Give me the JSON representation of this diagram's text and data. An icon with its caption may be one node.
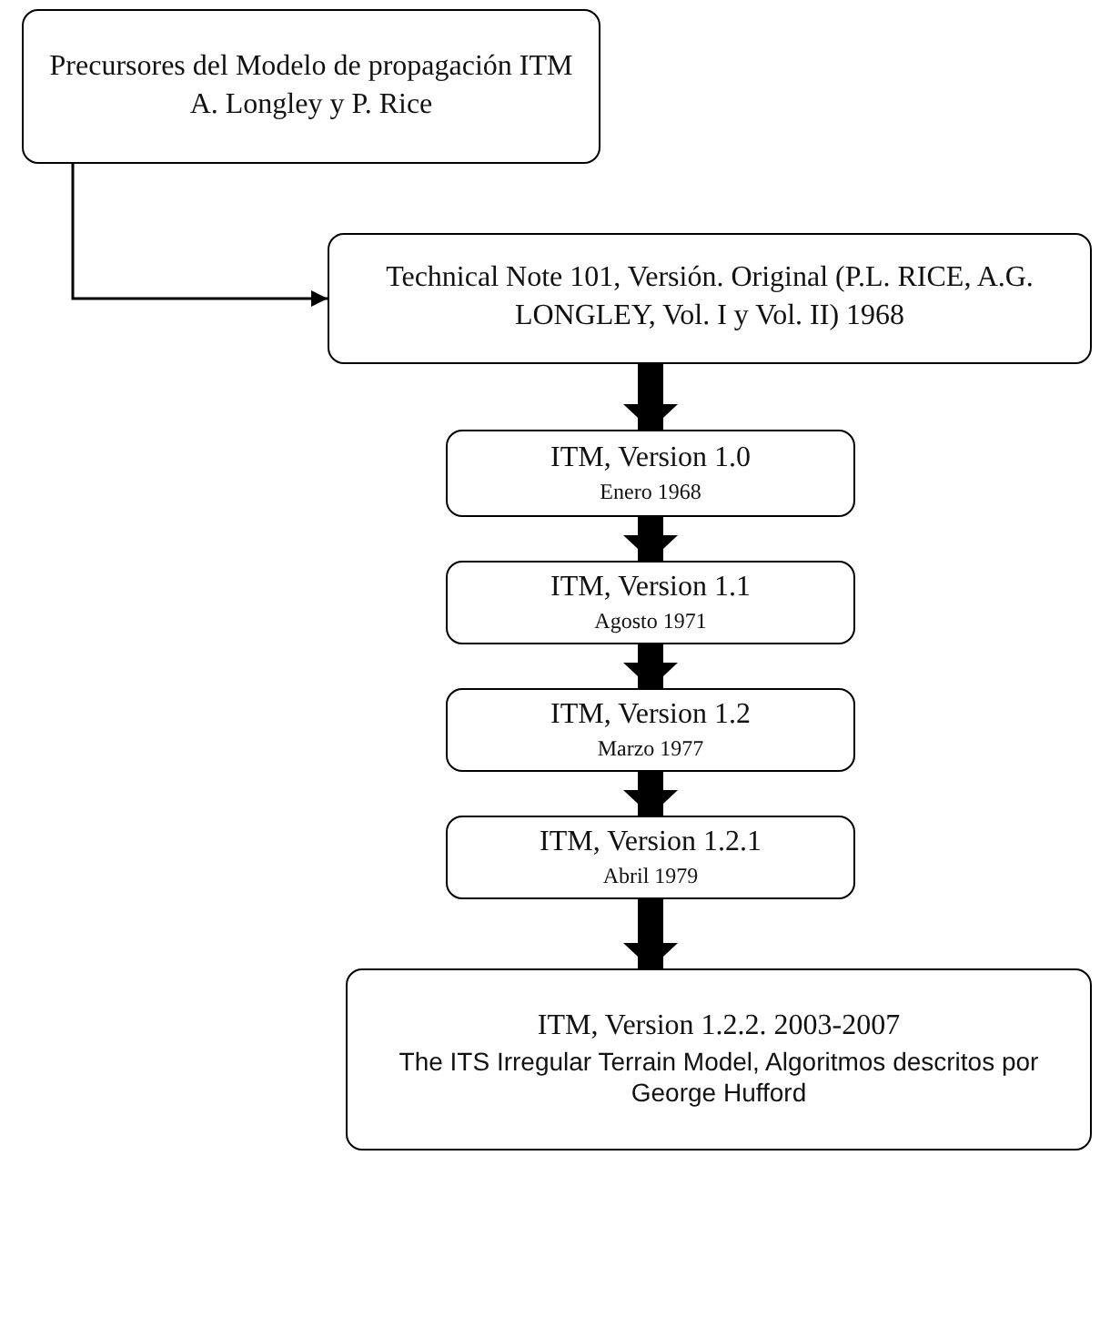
{
  "diagram": {
    "nodes": [
      {
        "text": [
          "Precursores del Modelo de propagación ITM A. Longley y P. Rice"
        ]
      },
      {
        "text": [
          "Technical Note 101, Versión. Original (P.L. RICE, A.G. LONGLEY, Vol. I y Vol. II) 1968"
        ]
      },
      {
        "text": [
          "ITM, Version 1.0",
          "Enero 1968"
        ]
      },
      {
        "text": [
          "ITM, Version 1.1",
          "Agosto 1971"
        ]
      },
      {
        "text": [
          "ITM, Version 1.2",
          "Marzo 1977"
        ]
      },
      {
        "text": [
          "ITM, Version 1.2.1",
          "Abril 1979"
        ]
      },
      {
        "text": [
          "ITM, Version 1.2.2. 2003-2007",
          "The ITS Irregular Terrain Model, Algoritmos descritos por George Hufford"
        ]
      }
    ],
    "edges": [
      {
        "from": 0,
        "to": 1,
        "arrow": "to"
      },
      {
        "from": 1,
        "to": 2,
        "arrow": "to"
      },
      {
        "from": 2,
        "to": 3,
        "arrow": "to"
      },
      {
        "from": 3,
        "to": 4,
        "arrow": "to"
      },
      {
        "from": 4,
        "to": 5,
        "arrow": "to"
      },
      {
        "from": 5,
        "to": 6,
        "arrow": "to"
      }
    ]
  }
}
